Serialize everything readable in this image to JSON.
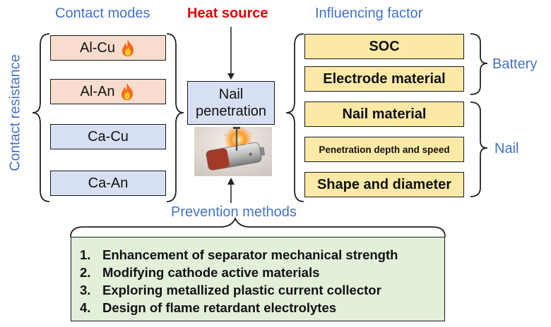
{
  "headers": {
    "contact_modes": "Contact modes",
    "heat_source": "Heat source",
    "influencing_factor": "Influencing factor",
    "contact_resistance": "Contact resistance",
    "prevention_methods": "Prevention methods"
  },
  "contact_modes": [
    {
      "label": "Al-Cu",
      "flame": true,
      "color": "#f8dccd"
    },
    {
      "label": "Al-An",
      "flame": true,
      "color": "#f8dccd"
    },
    {
      "label": "Ca-Cu",
      "flame": false,
      "color": "#d6e0f2"
    },
    {
      "label": "Ca-An",
      "flame": false,
      "color": "#d6e0f2"
    }
  ],
  "heat_source_box": {
    "line1": "Nail",
    "line2": "penetration"
  },
  "influencing_factors": {
    "battery": {
      "label": "Battery",
      "items": [
        "SOC",
        "Electrode material"
      ]
    },
    "nail": {
      "label": "Nail",
      "items": [
        "Nail material",
        "Penetration depth and speed",
        "Shape and diameter"
      ]
    }
  },
  "prevention_methods": [
    {
      "num": "1.",
      "text": "Enhancement of separator mechanical strength"
    },
    {
      "num": "2.",
      "text": "Modifying cathode active materials"
    },
    {
      "num": "3.",
      "text": "Exploring metallized plastic current collector"
    },
    {
      "num": "4.",
      "text": "Design of flame retardant electrolytes"
    }
  ],
  "colors": {
    "header_blue": "#4472c4",
    "heat_red": "#e00000",
    "pink_box": "#f8dccd",
    "blue_box": "#d6e0f2",
    "yellow_box": "#fde9a6",
    "green_box": "#e2efd9"
  }
}
